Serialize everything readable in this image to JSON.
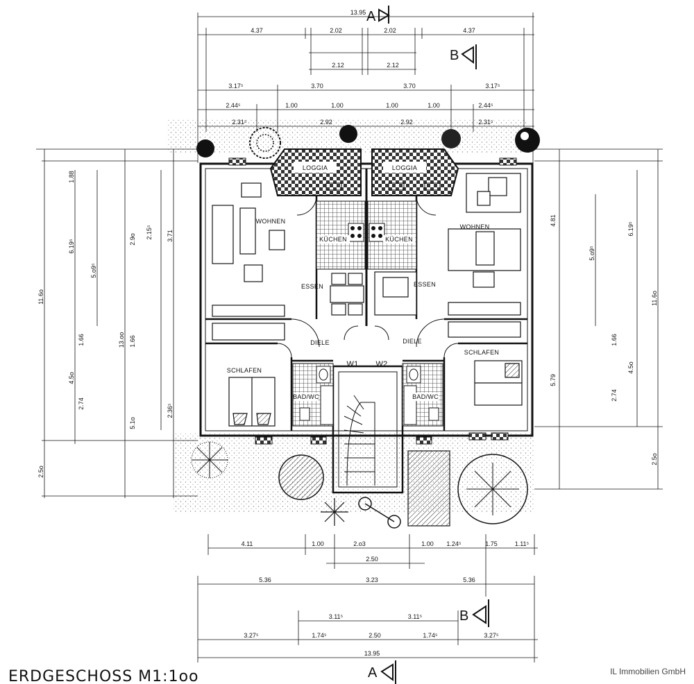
{
  "title": "ERDGESCHOSS M1:1oo",
  "watermark": "IL Immobilien GmbH",
  "section_markers": {
    "a": "A",
    "b": "B"
  },
  "rooms": {
    "loggia_left": "LOGGIA",
    "loggia_right": "LOGGIA",
    "wohnen_left": "WOHNEN",
    "wohnen_right": "WOHNEN",
    "kuechen_left": "KÜCHEN",
    "kuechen_right": "KÜCHEN",
    "essen_left": "ESSEN",
    "essen_right": "ESSEN",
    "diele_left": "DIELE",
    "diele_right": "DIELE",
    "schlafen_left": "SCHLAFEN",
    "schlafen_right": "SCHLAFEN",
    "badwc_left": "BAD/WC",
    "badwc_right": "BAD/WC",
    "w1": "W1",
    "w2": "W2"
  },
  "dimensions": {
    "top_total": "13.95",
    "top_row1": [
      "4.37",
      "2.02",
      "2.02",
      "4.37"
    ],
    "top_row2": [
      "2.12",
      "2.12"
    ],
    "top_row3": [
      "3.17⁵",
      "3.70",
      "3.70",
      "3.17⁵"
    ],
    "top_row4": [
      "2.44⁵",
      "1.00",
      "1.00",
      "1.00",
      "1.00",
      "2.44⁵"
    ],
    "top_row5": [
      "2.31⁵",
      "2.92",
      "2.92",
      "2.31⁵"
    ],
    "bottom_row1": [
      "4.11",
      "1.00",
      "2.o3",
      "1.00",
      "1.24⁵",
      "1.75",
      "1.11⁵"
    ],
    "bottom_row2": [
      "2.50"
    ],
    "bottom_row3": [
      "5.36",
      "3.23",
      "5.36"
    ],
    "bottom_row4": [
      "3.11⁵",
      "3.11⁵"
    ],
    "bottom_row5": [
      "3.27⁵",
      "1.74⁵",
      "2.50",
      "1.74⁵",
      "3.27⁵"
    ],
    "bottom_total": "13.95",
    "left_outer": "11.6o",
    "left_inner": "13.oo",
    "left_bottom": "2.5o",
    "left_col": [
      "1.88",
      "6.19⁵",
      "5.o9⁵",
      "1.66",
      "4.5o",
      "2.74"
    ],
    "left_col2": [
      "3.71",
      "2.9o",
      "2.15⁵",
      "1.66",
      "5.1o",
      "2.36⁵"
    ],
    "right_outer": "11.6o",
    "right_bottom": "2.5o",
    "right_col": [
      "4.81",
      "5.79"
    ],
    "right_col2": [
      "6.19⁵",
      "5.o9⁵",
      "1.66",
      "4.5o",
      "2.74"
    ]
  }
}
